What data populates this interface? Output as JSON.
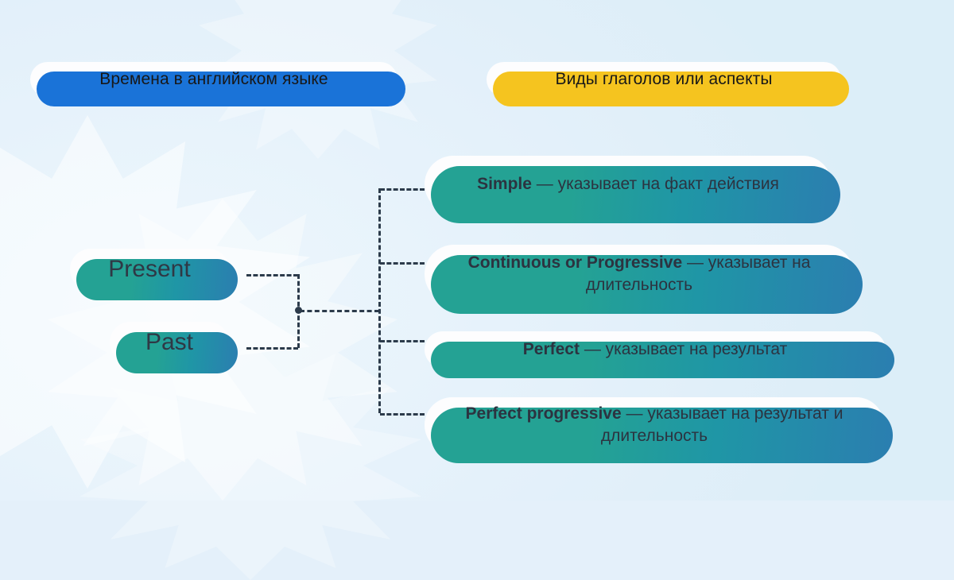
{
  "headers": [
    {
      "id": "tenses",
      "label": "Времена в английском языке",
      "accent": "#1a73d8"
    },
    {
      "id": "aspects",
      "label": "Виды глаголов или аспекты",
      "accent": "#f5c41f"
    }
  ],
  "tenses": [
    {
      "id": "present",
      "label": "Present"
    },
    {
      "id": "past",
      "label": "Past"
    }
  ],
  "aspects": [
    {
      "id": "simple",
      "term": "Simple",
      "separator": " — ",
      "description": "указывает на факт действия",
      "full": "Simple — указывает на факт действия"
    },
    {
      "id": "continuous",
      "term": "Continuous or Progressive",
      "separator": " — ",
      "description": "указывает на длительность",
      "full": "Continuous or Progressive — указывает на длительность"
    },
    {
      "id": "perfect",
      "term": "Perfect",
      "separator": " — ",
      "description": "указывает на результат",
      "full": "Perfect — указывает на результат"
    },
    {
      "id": "perfect_progressive",
      "term": "Perfect progressive",
      "separator": " — ",
      "description": "указывает на результат и длительность",
      "full": "Perfect progressive — указывает на результат и длительность"
    }
  ],
  "colors": {
    "background": "#e4f0fa",
    "card": "#fdfdfe",
    "shadow_teal": "#24a294",
    "shadow_steel": "#2b7eb0",
    "blue_accent": "#1a73d8",
    "yellow_accent": "#f5c41f",
    "connector": "#2c3b4b",
    "text": "#2c3340"
  }
}
